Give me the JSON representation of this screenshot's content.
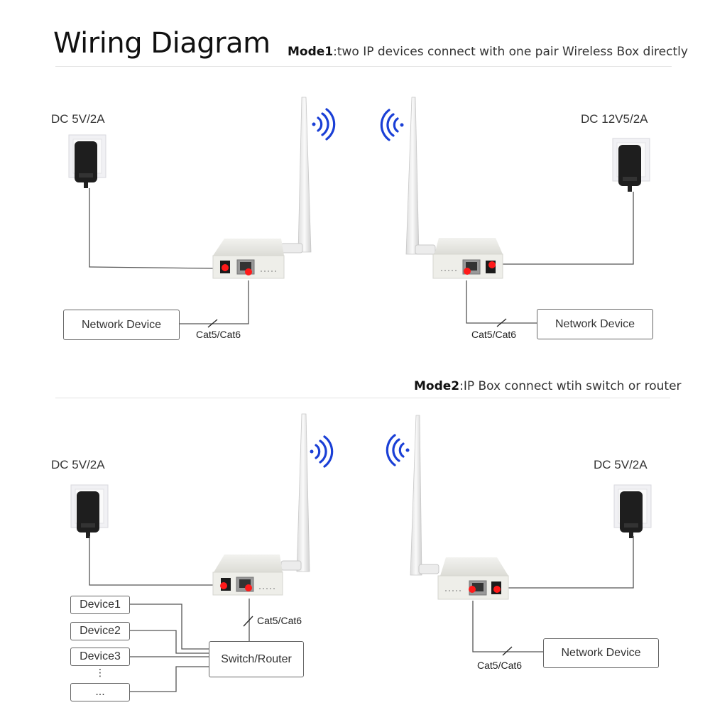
{
  "title": "Wiring Diagram",
  "mode1": {
    "label": "Mode1",
    "description": ":two IP devices connect with one pair Wireless Box directly",
    "left": {
      "power": "DC 5V/2A",
      "device": "Network Device",
      "cable": "Cat5/Cat6"
    },
    "right": {
      "power": "DC 12V5/2A",
      "device": "Network Device",
      "cable": "Cat5/Cat6"
    }
  },
  "mode2": {
    "label": "Mode2",
    "description": ":IP Box connect wtih switch or router",
    "left": {
      "power": "DC 5V/2A",
      "cable": "Cat5/Cat6",
      "switch": "Switch/Router",
      "devices": [
        "Device1",
        "Device2",
        "Device3",
        "⋮",
        "..."
      ]
    },
    "right": {
      "power": "DC 5V/2A",
      "device": "Network Device",
      "cable": "Cat5/Cat6"
    }
  },
  "colors": {
    "signal": "#1a3fd6",
    "port_marker": "#ff1a1a",
    "wire": "#555555"
  }
}
